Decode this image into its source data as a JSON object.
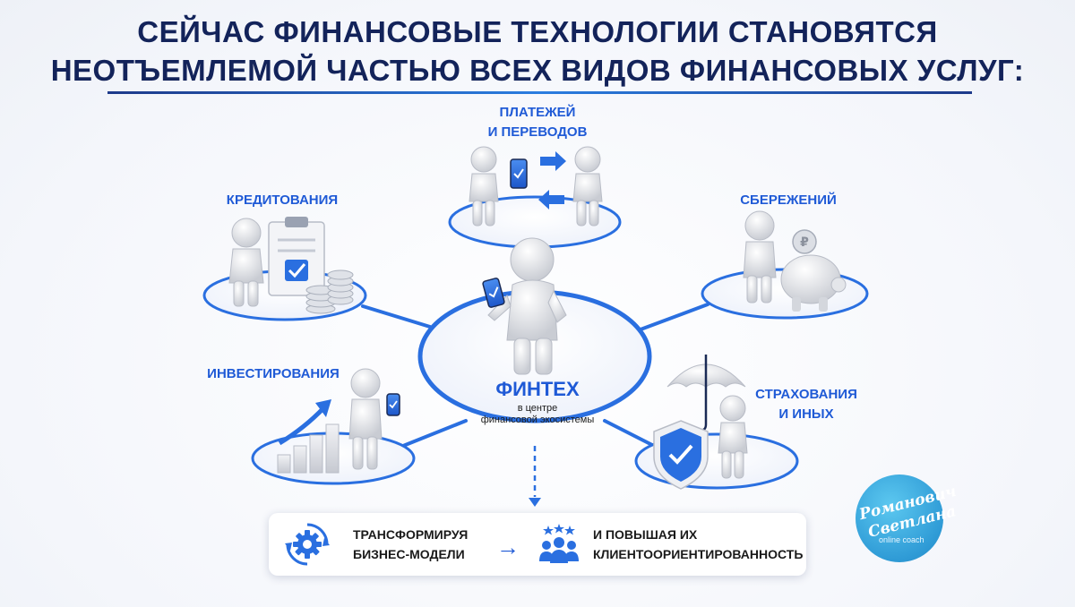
{
  "title": {
    "line1": "СЕЙЧАС ФИНАНСОВЫЕ ТЕХНОЛОГИИ СТАНОВЯТСЯ",
    "line2": "НЕОТЪЕМЛЕМОЙ ЧАСТЬЮ ВСЕХ ВИДОВ ФИНАНСОВЫХ УСЛУГ:"
  },
  "center": {
    "title": "ФИНТЕХ",
    "sub1": "в центре",
    "sub2": "финансовой экосистемы"
  },
  "nodes": {
    "payments": {
      "line1": "ПЛАТЕЖЕЙ",
      "line2": "И ПЕРЕВОДОВ"
    },
    "credit": {
      "label": "КРЕДИТОВАНИЯ"
    },
    "savings": {
      "label": "СБЕРЕЖЕНИЙ"
    },
    "investing": {
      "label": "ИНВЕСТИРОВАНИЯ"
    },
    "insurance": {
      "line1": "СТРАХОВАНИЯ",
      "line2": "И ИНЫХ"
    }
  },
  "bottom": {
    "left_line1": "ТРАНСФОРМИРУЯ",
    "left_line2": "БИЗНЕС-МОДЕЛИ",
    "arrow": "→",
    "right_line1": "И ПОВЫШАЯ ИХ",
    "right_line2": "КЛИЕНТООРИЕНТИРОВАННОСТЬ"
  },
  "logo": {
    "line1": "Романович",
    "line2": "Светлана",
    "line3": "online coach"
  },
  "icons": {
    "gear": "gear-icon",
    "people": "people-stars-icon",
    "phone": "smartphone-icon",
    "clipboard": "clipboard-check-icon",
    "coins": "coin-stack-icon",
    "piggy": "piggy-bank-icon",
    "growth": "growth-chart-icon",
    "shield": "shield-check-icon",
    "umbrella": "umbrella-icon"
  },
  "colors": {
    "accent": "#1f5ad6",
    "title": "#13235a",
    "logo": "#2f9bd6"
  }
}
